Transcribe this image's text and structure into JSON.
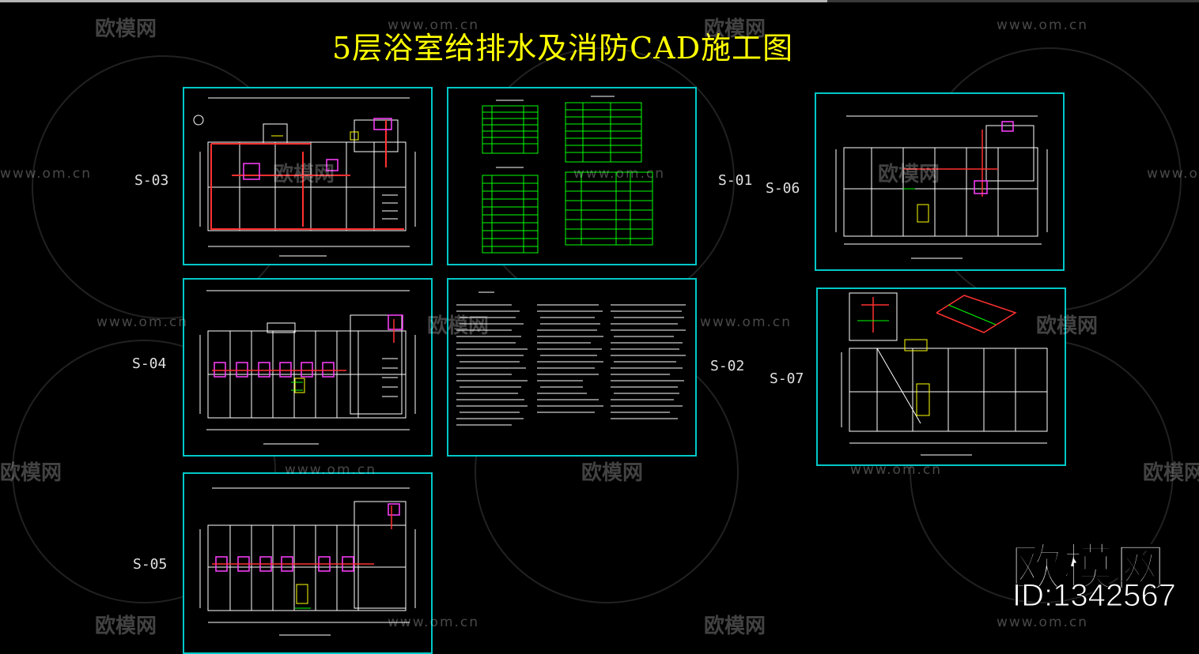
{
  "title": "5层浴室给排水及消防CAD施工图",
  "sheets": [
    {
      "id": "S-03",
      "label": "S-03"
    },
    {
      "id": "S-04",
      "label": "S-04"
    },
    {
      "id": "S-05",
      "label": "S-05"
    },
    {
      "id": "S-01",
      "label": "S-01"
    },
    {
      "id": "S-02",
      "label": "S-02"
    },
    {
      "id": "S-06",
      "label": "S-06"
    },
    {
      "id": "S-07",
      "label": "S-07"
    }
  ],
  "watermark": {
    "url": "www.om.cn",
    "logo": "欧模网"
  },
  "brand": {
    "name": "欧模网",
    "id_text": "ID:1342567"
  },
  "colors": {
    "background": "#000000",
    "title": "#ffff00",
    "sheet_frame": "#00c8c8",
    "drawing_lines": "#ffffff",
    "plumbing": "#ff3030",
    "fixtures": "#ff40ff",
    "tables": "#00ff00"
  }
}
